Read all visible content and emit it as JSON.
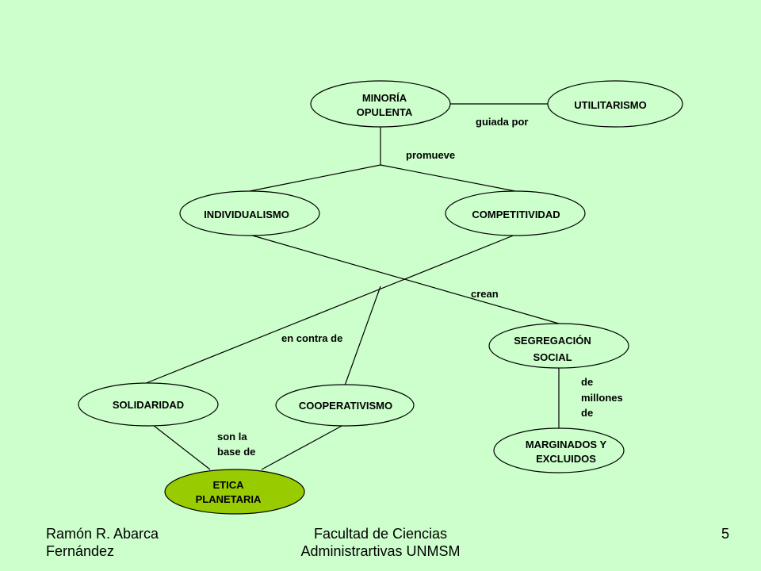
{
  "nodes": {
    "minoria": {
      "lines": [
        "MINORÍA",
        "OPULENTA"
      ]
    },
    "utilitarismo": {
      "lines": [
        "UTILITARISMO"
      ]
    },
    "individualismo": {
      "lines": [
        "INDIVIDUALISMO"
      ]
    },
    "competitividad": {
      "lines": [
        "COMPETITIVIDAD"
      ]
    },
    "segregacion": {
      "lines": [
        "SEGREGACIÓN",
        "SOCIAL"
      ]
    },
    "solidaridad": {
      "lines": [
        "SOLIDARIDAD"
      ]
    },
    "cooperativismo": {
      "lines": [
        "COOPERATIVISMO"
      ]
    },
    "marginados": {
      "lines": [
        "MARGINADOS Y",
        "EXCLUIDOS"
      ]
    },
    "etica": {
      "lines": [
        "ETICA",
        "PLANETARIA"
      ]
    }
  },
  "edge_labels": {
    "guiada_por": [
      "guiada por"
    ],
    "promueve": [
      "promueve"
    ],
    "crean": [
      "crean"
    ],
    "en_contra_de": [
      "en contra de"
    ],
    "de_millones_de": [
      "de",
      "millones",
      "de"
    ],
    "son_la_base_de": [
      "son la",
      "base de"
    ]
  },
  "colors": {
    "background": "#ccffcc",
    "node_fill": "#ccffcc",
    "highlight_fill": "#99cc00",
    "stroke": "#000000"
  },
  "footer": {
    "author_line1": "Ramón R. Abarca",
    "author_line2": "Fernández",
    "faculty_line1": "Facultad de Ciencias",
    "faculty_line2": "Administrartivas UNMSM",
    "page_number": "5"
  }
}
